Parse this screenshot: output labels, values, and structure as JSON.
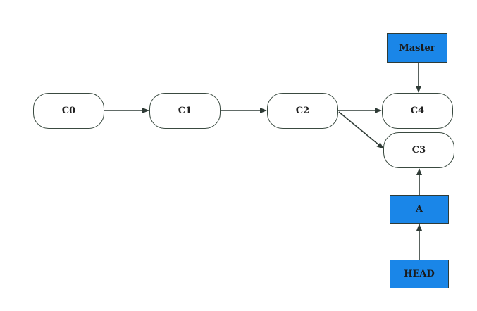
{
  "commits": [
    {
      "id": "c0",
      "label": "C0"
    },
    {
      "id": "c1",
      "label": "C1"
    },
    {
      "id": "c2",
      "label": "C2"
    },
    {
      "id": "c4",
      "label": "C4"
    },
    {
      "id": "c3",
      "label": "C3"
    }
  ],
  "refs": [
    {
      "id": "master",
      "label": "Master"
    },
    {
      "id": "a",
      "label": "A"
    },
    {
      "id": "head",
      "label": "HEAD"
    }
  ],
  "edges": [
    {
      "from": "c0",
      "to": "c1"
    },
    {
      "from": "c1",
      "to": "c2"
    },
    {
      "from": "c2",
      "to": "c4"
    },
    {
      "from": "c2",
      "to": "c3"
    },
    {
      "from": "master",
      "to": "c4"
    },
    {
      "from": "a",
      "to": "c3"
    },
    {
      "from": "head",
      "to": "a"
    }
  ],
  "colors": {
    "ref_fill": "#1a86e8",
    "edge": "#2f3b36",
    "commit_border": "#3a4a40"
  }
}
